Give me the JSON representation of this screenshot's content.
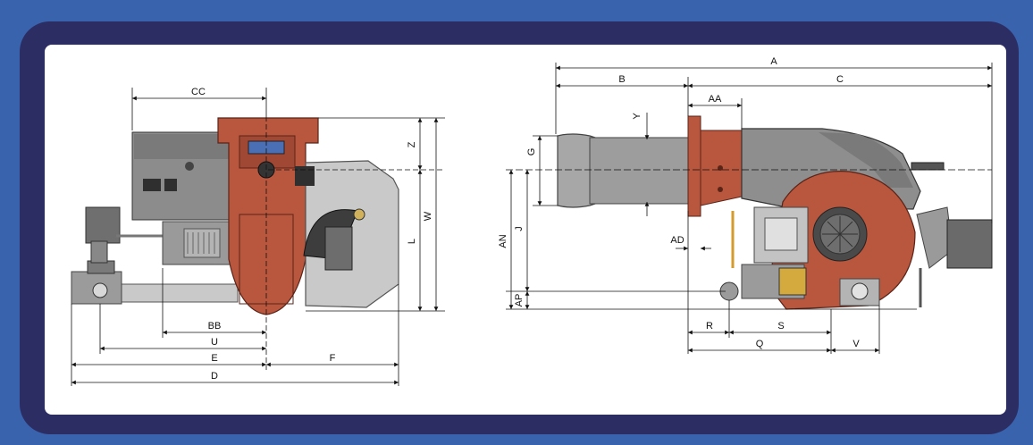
{
  "colors": {
    "background": "#3a63ae",
    "frame": "#2c2d63",
    "panel": "#ffffff",
    "burner_red": "#b8563e",
    "body_grey": "#8e8e8e",
    "light_grey": "#c9c9c9",
    "dark_grey": "#5c5c5c"
  },
  "front_view": {
    "labels": {
      "CC": "CC",
      "Z": "Z",
      "W": "W",
      "L": "L",
      "BB": "BB",
      "U": "U",
      "E": "E",
      "F": "F",
      "D": "D"
    }
  },
  "side_view": {
    "labels": {
      "A": "A",
      "B": "B",
      "C": "C",
      "AA": "AA",
      "Y": "Y",
      "G": "G",
      "AN": "AN",
      "J": "J",
      "AD": "AD",
      "AP": "AP",
      "R": "R",
      "S": "S",
      "Q": "Q",
      "V": "V"
    }
  }
}
